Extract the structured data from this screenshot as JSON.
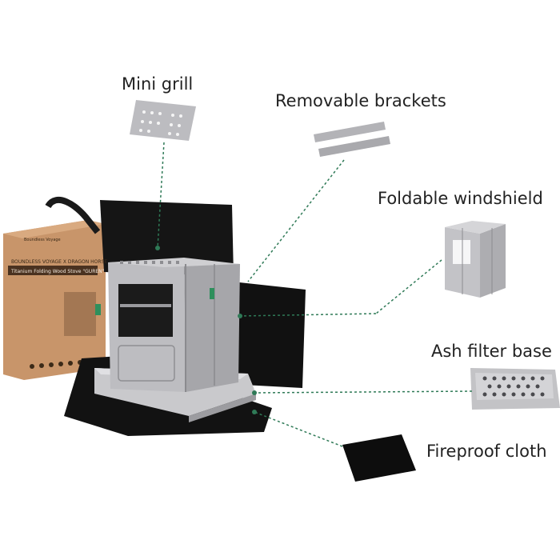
{
  "callouts": {
    "mini_grill": "Mini grill",
    "removable_brackets": "Removable brackets",
    "foldable_windshield": "Foldable windshield",
    "ash_filter_base": "Ash filter base",
    "fireproof_cloth": "Fireproof cloth"
  },
  "box": {
    "brand": "Boundless Voyage",
    "title": "BOUNDLESS VOYAGE X DRAGON HORSE",
    "subtitle": "Titanium Folding Wood Stove \"GUREN\""
  },
  "colors": {
    "leader_line": "#2f7a57",
    "titanium": "#b9b9bd",
    "box_cardboard": "#c8956a",
    "bag": "#151515"
  }
}
